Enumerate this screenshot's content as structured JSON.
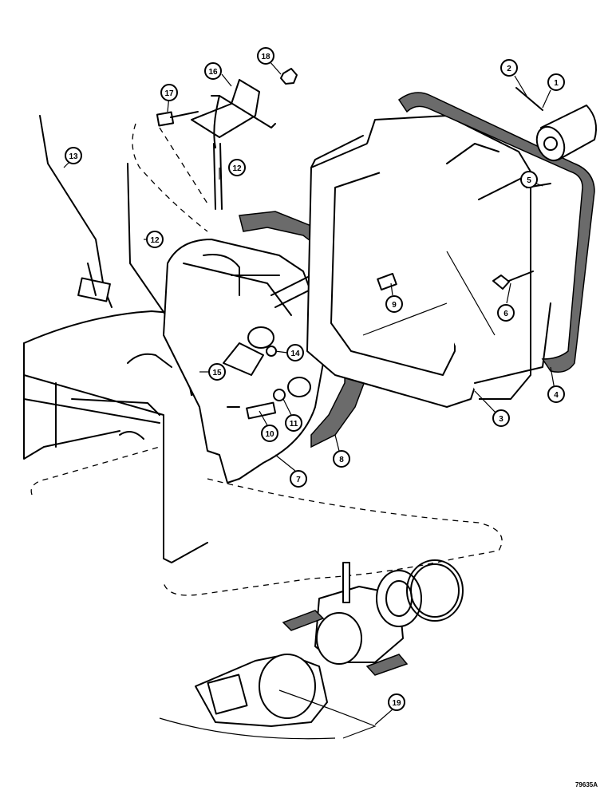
{
  "figure_id": "79635A",
  "callouts": [
    {
      "id": "c1",
      "label": "1"
    },
    {
      "id": "c2",
      "label": "2"
    },
    {
      "id": "c3",
      "label": "3"
    },
    {
      "id": "c4",
      "label": "4"
    },
    {
      "id": "c5",
      "label": "5"
    },
    {
      "id": "c6",
      "label": "6"
    },
    {
      "id": "c7",
      "label": "7"
    },
    {
      "id": "c8",
      "label": "8"
    },
    {
      "id": "c9",
      "label": "9"
    },
    {
      "id": "c10",
      "label": "10"
    },
    {
      "id": "c11",
      "label": "11"
    },
    {
      "id": "c12a",
      "label": "12"
    },
    {
      "id": "c12b",
      "label": "12"
    },
    {
      "id": "c13",
      "label": "13"
    },
    {
      "id": "c14",
      "label": "14"
    },
    {
      "id": "c15",
      "label": "15"
    },
    {
      "id": "c16",
      "label": "16"
    },
    {
      "id": "c17",
      "label": "17"
    },
    {
      "id": "c18",
      "label": "18"
    },
    {
      "id": "c19",
      "label": "19"
    }
  ]
}
